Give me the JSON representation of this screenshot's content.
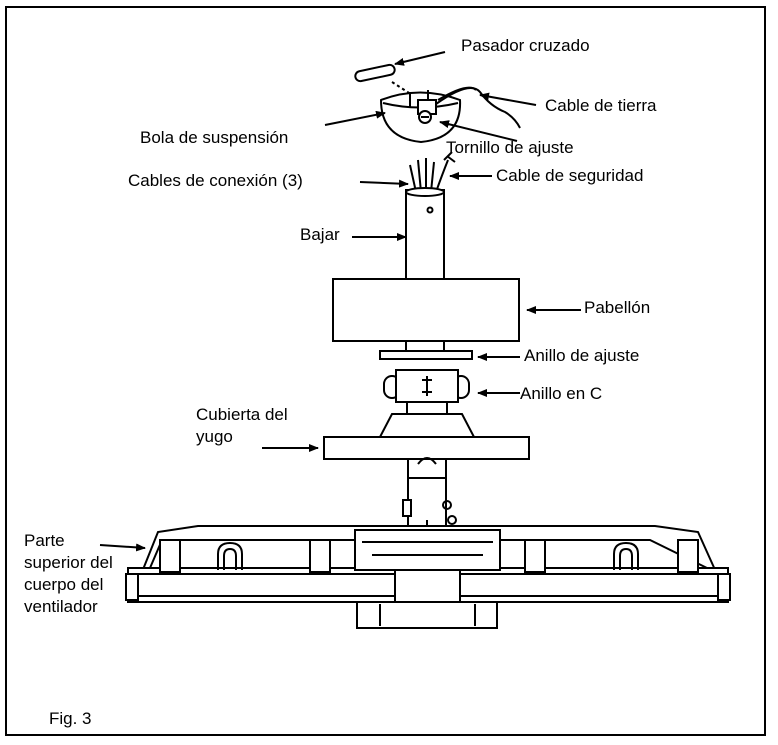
{
  "labels": {
    "cross_pin": "Pasador cruzado",
    "ground_wire": "Cable de tierra",
    "hanger_ball": "Bola de suspensión",
    "set_screw": "Tornillo de ajuste",
    "lead_wires": "Cables de conexión (3)",
    "safety_cable": "Cable de seguridad",
    "downrod": "Bajar",
    "canopy": "Pabellón",
    "trim_ring": "Anillo de ajuste",
    "c_ring": "Anillo en C",
    "yoke_cover": "Cubierta del yugo",
    "motor_top": "Parte superior del cuerpo del ventilador"
  },
  "figure_caption": "Fig. 3"
}
